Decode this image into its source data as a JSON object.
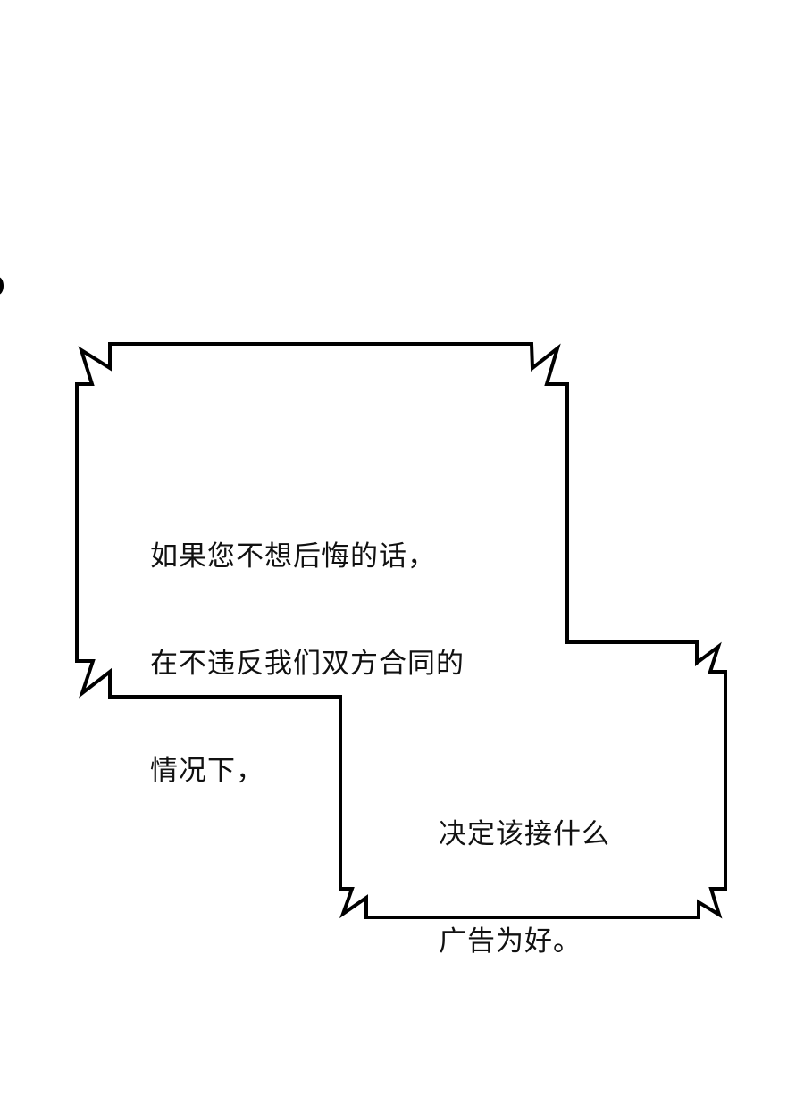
{
  "panel": {
    "background": "#ffffff",
    "stroke_color": "#000000"
  },
  "bubbles": [
    {
      "id": "upper-bubble",
      "lines": [
        "如果您不想后悔的话，",
        "在不违反我们双方合同的",
        "情况下，"
      ]
    },
    {
      "id": "lower-bubble",
      "lines": [
        "决定该接什么",
        "广告为好。"
      ]
    }
  ]
}
